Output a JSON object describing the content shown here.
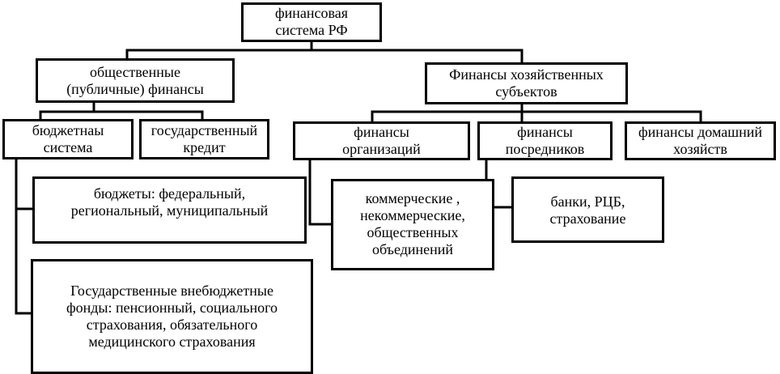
{
  "diagram": {
    "root": {
      "lines": [
        "финансовая",
        "система РФ"
      ]
    },
    "public_finance": {
      "lines": [
        "общественные",
        "(публичные) финансы"
      ]
    },
    "business_finance": {
      "lines": [
        "Финансы хозяйственных",
        "субъектов"
      ]
    },
    "budget_system": {
      "lines": [
        "бюджетнаы",
        "система"
      ]
    },
    "state_credit": {
      "lines": [
        "государственный",
        "кредит"
      ]
    },
    "org_finance": {
      "lines": [
        "финансы",
        "организаций"
      ]
    },
    "intermediary_finance": {
      "lines": [
        "финансы",
        "посредников"
      ]
    },
    "household_finance": {
      "lines": [
        "финансы домашний",
        "хозяйств"
      ]
    },
    "budgets": {
      "lines": [
        "бюджеты: федеральный,",
        "региональный, муниципальный"
      ]
    },
    "org_types": {
      "lines": [
        "коммерческие ,",
        "некоммерческие,",
        "общественных",
        "объединений"
      ]
    },
    "intermediaries": {
      "lines": [
        "банки, РЦБ,",
        "страхование"
      ]
    },
    "extrabudget_funds": {
      "lines": [
        "Государственные  внебюджетные",
        "фонды: пенсионный, социального",
        "страхования, обязательного",
        "медицинского страхования"
      ]
    }
  }
}
